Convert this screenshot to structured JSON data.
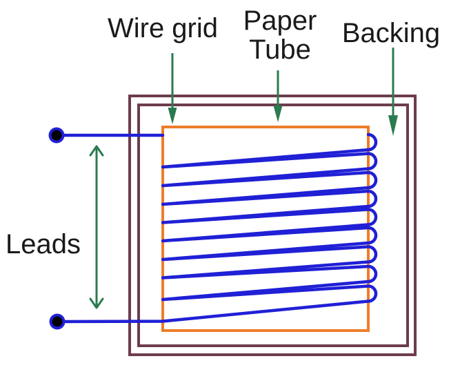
{
  "labels": {
    "wire_grid": "Wire grid",
    "paper_tube_line1": "Paper",
    "paper_tube_line2": "Tube",
    "backing": "Backing",
    "leads": "Leads"
  },
  "diagram": {
    "coil_visible_turns": 9,
    "terminal_count": 2
  },
  "colors": {
    "background": "#ffffff",
    "text": "#1a1a1a",
    "backing_outline": "#6d3c4e",
    "tube_outline": "#ee7d2a",
    "wire": "#2020d6",
    "terminal_center": "#000000",
    "arrow": "#2a7b4f"
  }
}
